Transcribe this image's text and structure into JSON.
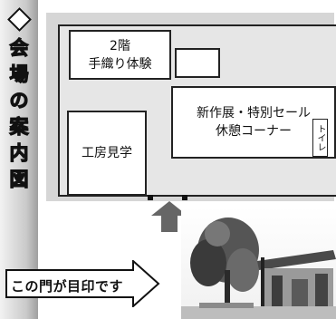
{
  "title": {
    "chars": [
      "会",
      "場",
      "の",
      "案",
      "内",
      "図"
    ]
  },
  "rooms": {
    "weaving_line1": "2階",
    "weaving_line2": "手織り体験",
    "studio": "工房見学",
    "exhibit_line1": "新作展・特別セール",
    "exhibit_line2": "休憩コーナー",
    "toilet": "トイレ"
  },
  "entrance_label": "この門が目印です",
  "colors": {
    "map_bg": "#d6d6d6",
    "hall_bg": "#e6e6e6",
    "arrow": "#666666"
  }
}
